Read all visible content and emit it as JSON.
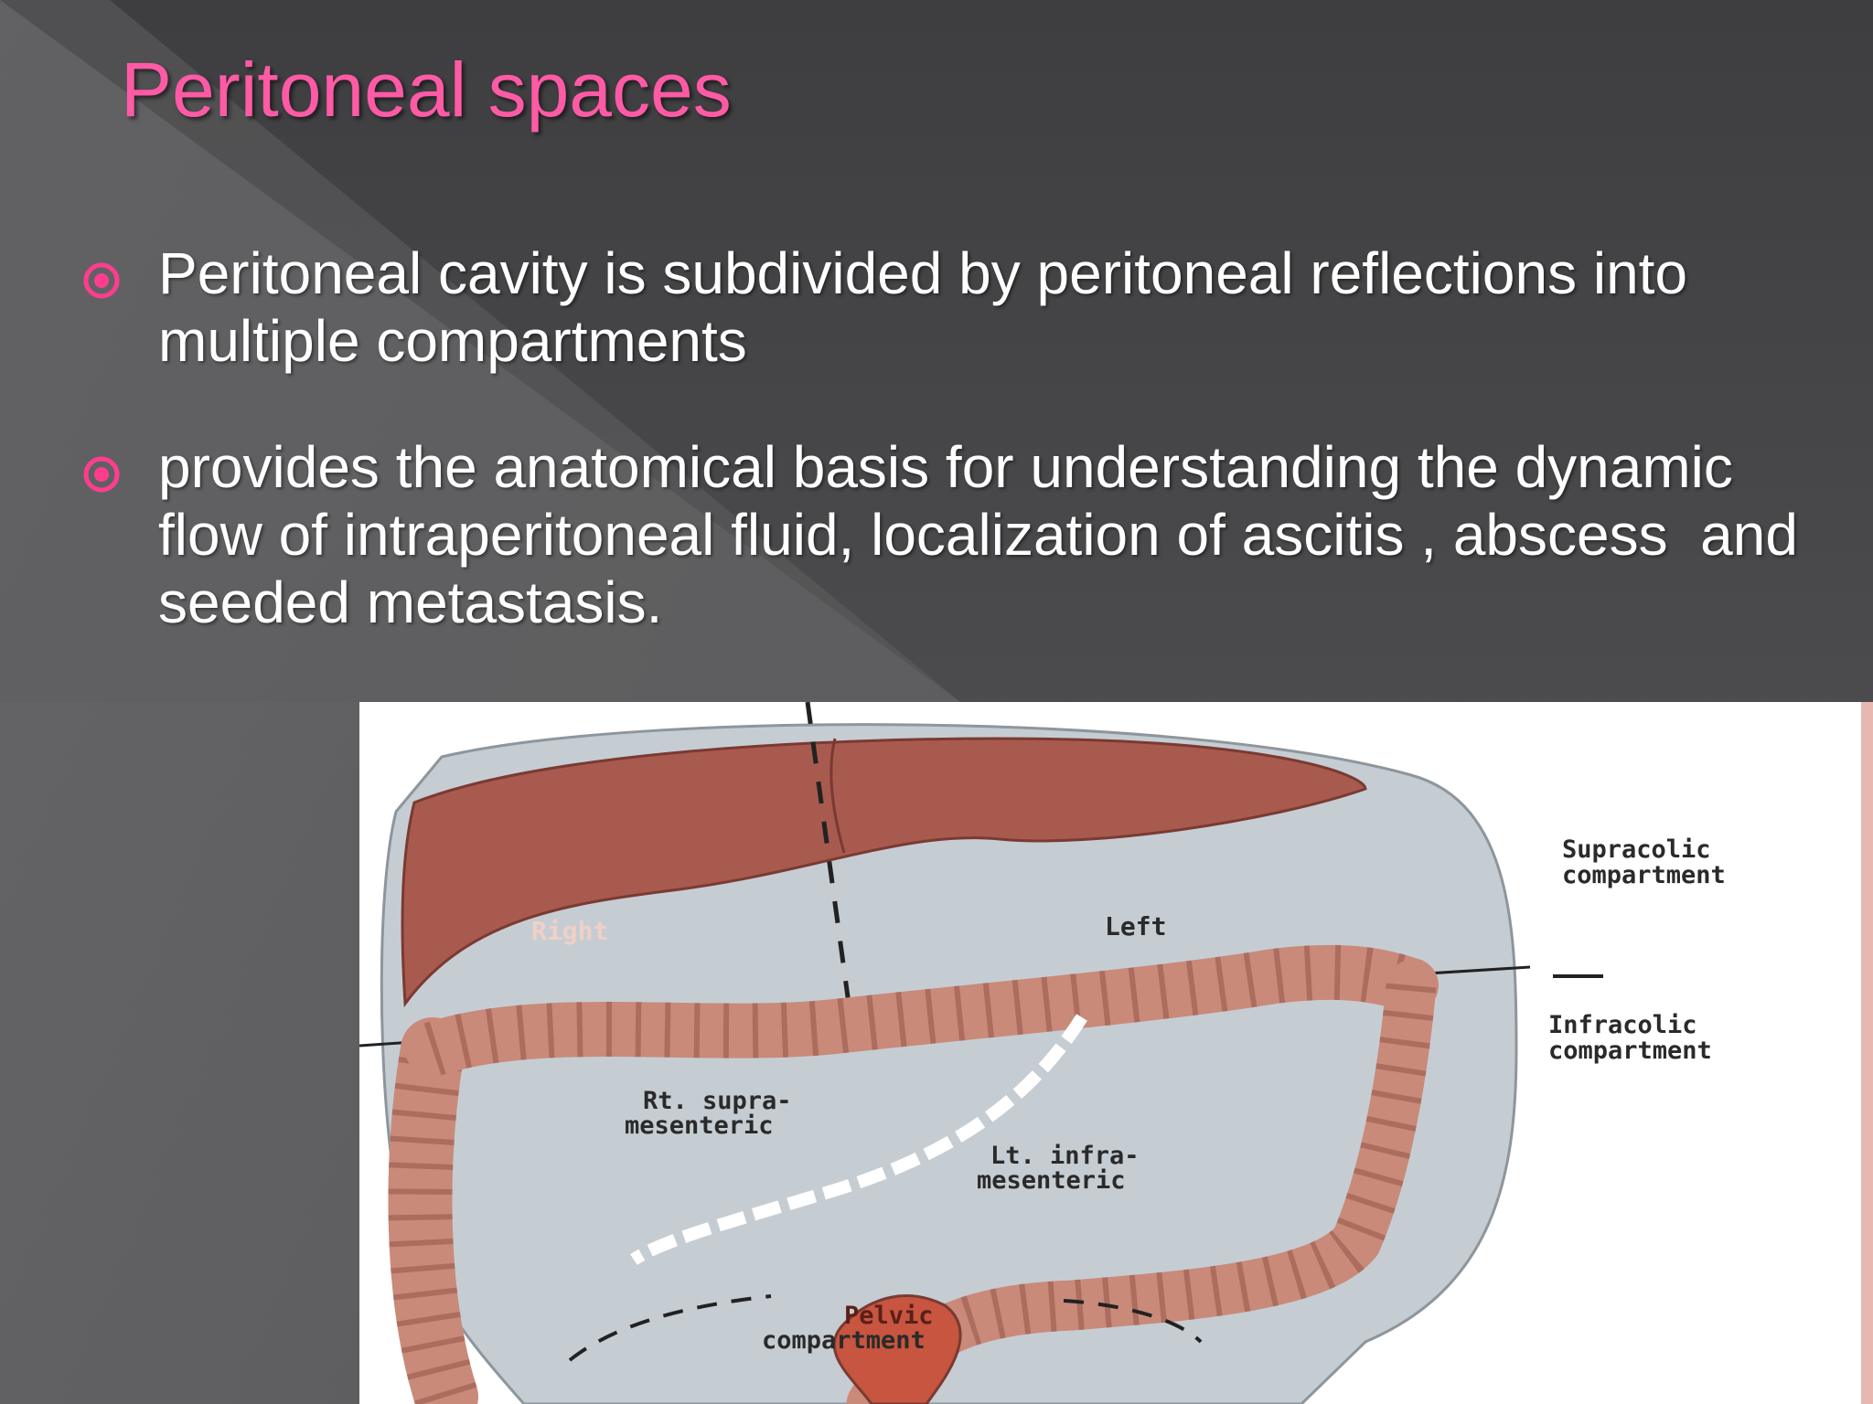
{
  "slide": {
    "title": "Peritoneal spaces",
    "bullets": [
      {
        "text": "Peritoneal cavity is subdivided by peritoneal reflections into multiple compartments"
      },
      {
        "text": "provides the anatomical basis for understanding the dynamic flow of intraperitoneal fluid, localization of ascitis , abscess  and  seeded metastasis."
      }
    ],
    "colors": {
      "title": "#ff5aa5",
      "bullet_marker": "#ff3d8f",
      "background": "#4a4a4c"
    }
  },
  "figure": {
    "labels": {
      "right": "Right",
      "left": "Left",
      "supracolic_1": "Supracolic",
      "supracolic_2": "compartment",
      "infracolic_1": "Infracolic",
      "infracolic_2": "compartment",
      "rt_supra_1": "Rt. supra-",
      "rt_supra_2": "mesenteric",
      "lt_infra_1": "Lt. infra-",
      "lt_infra_2": "mesenteric",
      "pelvic_1": "Pelvic",
      "pelvic_2": "compartment"
    }
  }
}
